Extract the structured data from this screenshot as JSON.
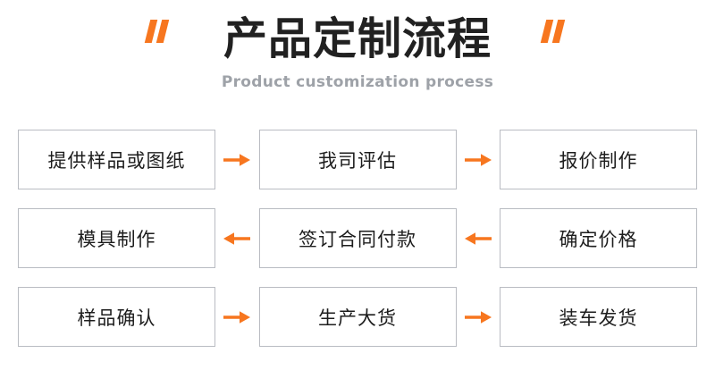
{
  "header": {
    "title": "产品定制流程",
    "subtitle": "Product customization process",
    "quote_left_icon": "quote-mark-icon",
    "quote_right_icon": "quote-mark-icon"
  },
  "colors": {
    "accent": "#F7761F",
    "title": "#212121",
    "subtitle": "#9EA2A8",
    "box_border": "#B9BCC2",
    "box_text": "#1D1D1D",
    "background": "#FFFFFF"
  },
  "flow": {
    "rows": [
      {
        "direction": "right",
        "arrow_icon": "arrow-right-icon",
        "steps": [
          {
            "label": "提供样品或图纸"
          },
          {
            "label": "我司评估"
          },
          {
            "label": "报价制作"
          }
        ]
      },
      {
        "direction": "left",
        "arrow_icon": "arrow-left-icon",
        "steps": [
          {
            "label": "模具制作"
          },
          {
            "label": "签订合同付款"
          },
          {
            "label": "确定价格"
          }
        ]
      },
      {
        "direction": "right",
        "arrow_icon": "arrow-right-icon",
        "steps": [
          {
            "label": "样品确认"
          },
          {
            "label": "生产大货"
          },
          {
            "label": "装车发货"
          }
        ]
      }
    ]
  }
}
